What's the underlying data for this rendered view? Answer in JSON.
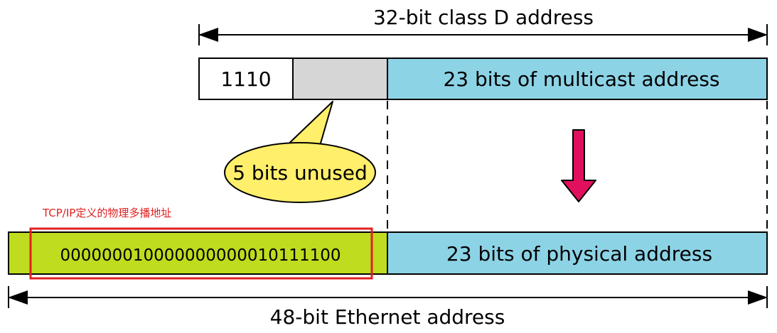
{
  "diagram": {
    "class_d_label": "32-bit class D address",
    "prefix_bits": "1110",
    "multicast_field": "23 bits of multicast address",
    "unused_callout": "5 bits unused",
    "annotation": "TCP/IP定义的物理多播地址",
    "ethernet_prefix": "000000010000000000010111100",
    "physical_field": "23 bits of physical address",
    "ethernet_label": "48-bit Ethernet address"
  },
  "colors": {
    "multicast_fill": "#8dd3e6",
    "unused_fill": "#d6d6d6",
    "ethernet_prefix_fill": "#bfdc1e",
    "callout_fill": "#ffef6b",
    "arrow_fill": "#e0105e",
    "annotation_color": "#e02020"
  }
}
